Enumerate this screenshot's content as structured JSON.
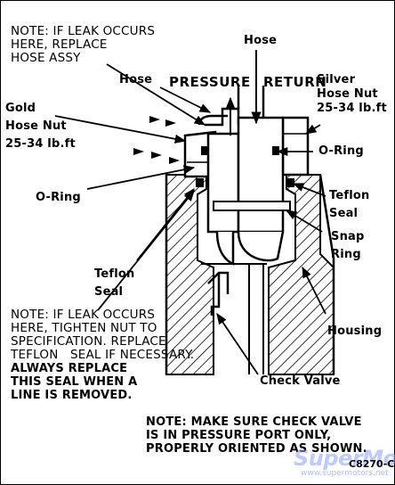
{
  "labels": {
    "note_top": "NOTE: IF LEAK OCCURS\nHERE, REPLACE\nHOSE ASSY",
    "hose_top": "Hose",
    "hose_left": "Hose",
    "pressure": "PRESSURE",
    "return": "RETURN",
    "silver_hose_nut": "Silver\nHose Nut\n25-34 lb.ft",
    "gold_hose_nut": "Gold\nHose Nut\n25-34 lb.ft",
    "o_ring_right": "O-Ring",
    "o_ring_left": "O-Ring",
    "teflon_seal_right": "Teflon\nSeal",
    "snap_ring": "Snap\nRing",
    "teflon_seal_left": "Teflon\nSeal",
    "housing": "Housing",
    "note_mid": "NOTE: IF LEAK OCCURS\nHERE, TIGHTEN NUT TO\nSPECIFICATION. REPLACE\nTEFLON   SEAL IF NECESSARY.",
    "note_always": "ALWAYS REPLACE\nTHIS SEAL WHEN A\nLINE IS REMOVED.",
    "check_valve": "Check Valve",
    "note_bottom": "NOTE: MAKE SURE CHECK VALVE\nIS IN PRESSURE PORT ONLY,\nPROPERLY ORIENTED AS SHOWN.",
    "figure_code": "C8270-C"
  },
  "watermark": {
    "brand": "SuperMotors",
    "url": "www.supermotors.net"
  },
  "colors": {
    "ink": "#000000",
    "paper": "#ffffff",
    "watermark": "#8aa0ff"
  }
}
